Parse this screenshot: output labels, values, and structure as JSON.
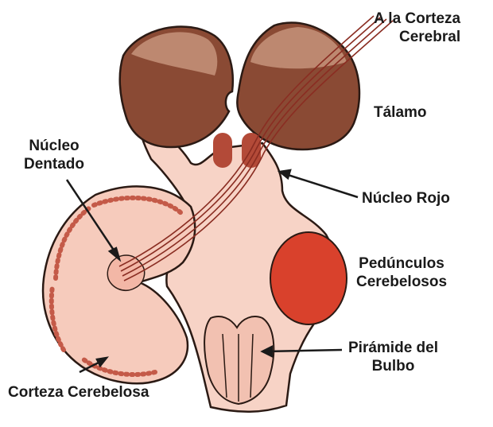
{
  "labels": {
    "corteza_cerebral": [
      "A la Corteza",
      "Cerebral"
    ],
    "talamo": [
      "Tálamo"
    ],
    "nucleo_dentado": [
      "Núcleo",
      "Dentado"
    ],
    "nucleo_rojo": [
      "Núcleo Rojo"
    ],
    "pedunculos": [
      "Pedúnculos",
      "Cerebelosos"
    ],
    "piramide": [
      "Pirámide del",
      "Bulbo"
    ],
    "corteza_cerebelosa": [
      "Corteza Cerebelosa"
    ]
  },
  "colors": {
    "tissue": "#f7d3c6",
    "outline": "#2b1a14",
    "thalamus": "#8a4a34",
    "thalamus_light": "#c9977f",
    "nucleus": "#b34a38",
    "peduncle": "#d9412c",
    "fibers": "#8a2d22"
  }
}
